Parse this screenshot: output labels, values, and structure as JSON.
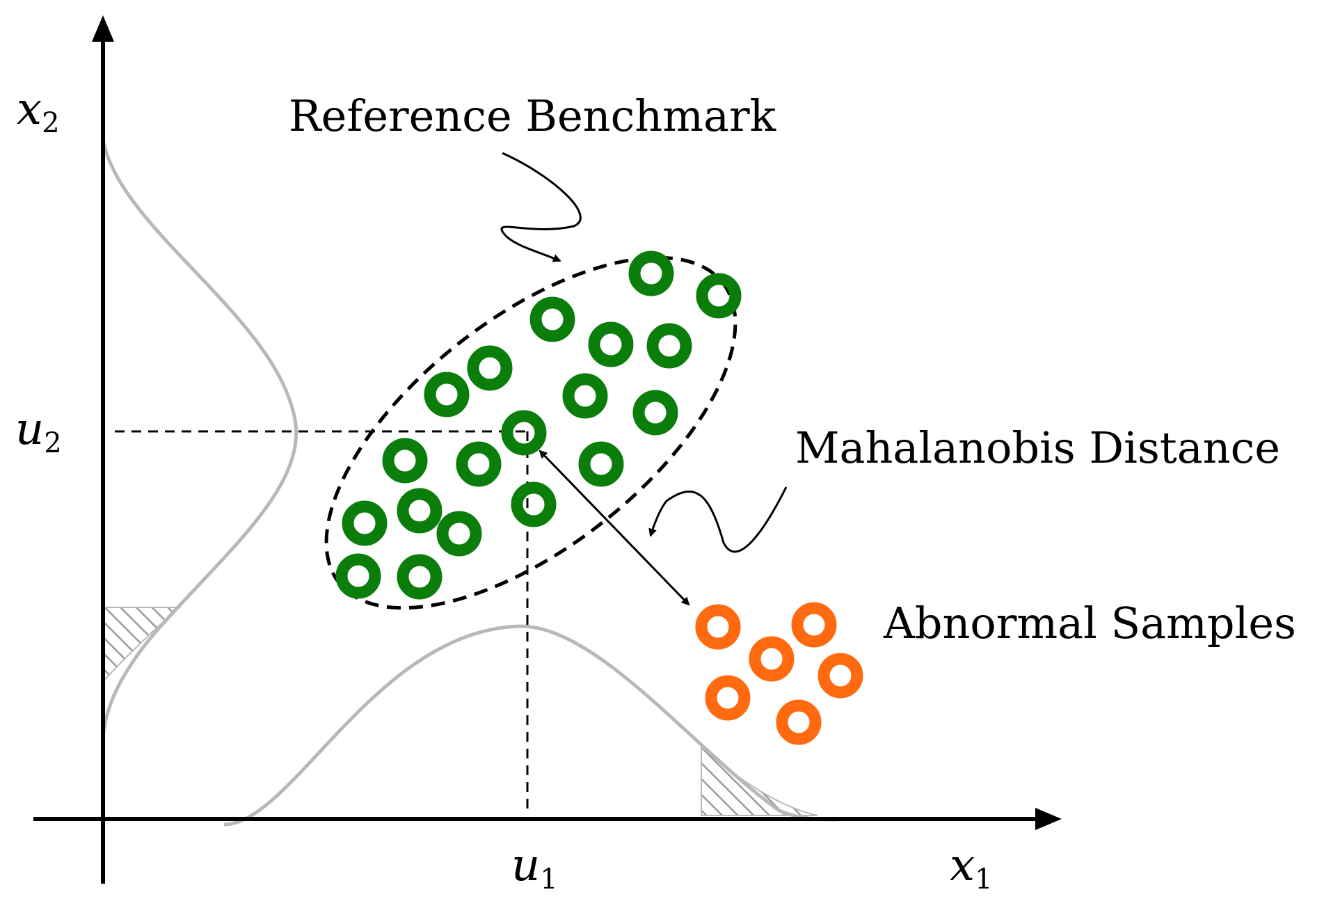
{
  "axes": {
    "x_label": {
      "base": "x",
      "sub": "1"
    },
    "y_label": {
      "base": "x",
      "sub": "2"
    }
  },
  "mean_markers": {
    "u1": {
      "base": "u",
      "sub": "1"
    },
    "u2": {
      "base": "u",
      "sub": "2"
    }
  },
  "annotations": {
    "reference_benchmark": "Reference Benchmark",
    "mahalanobis_distance": "Mahalanobis Distance",
    "abnormal_samples": "Abnormal Samples"
  },
  "colors": {
    "normal_sample": "#0a7d0a",
    "abnormal_sample": "#ff6a10",
    "density_curve": "#b8b8b8",
    "axis": "#000000"
  }
}
